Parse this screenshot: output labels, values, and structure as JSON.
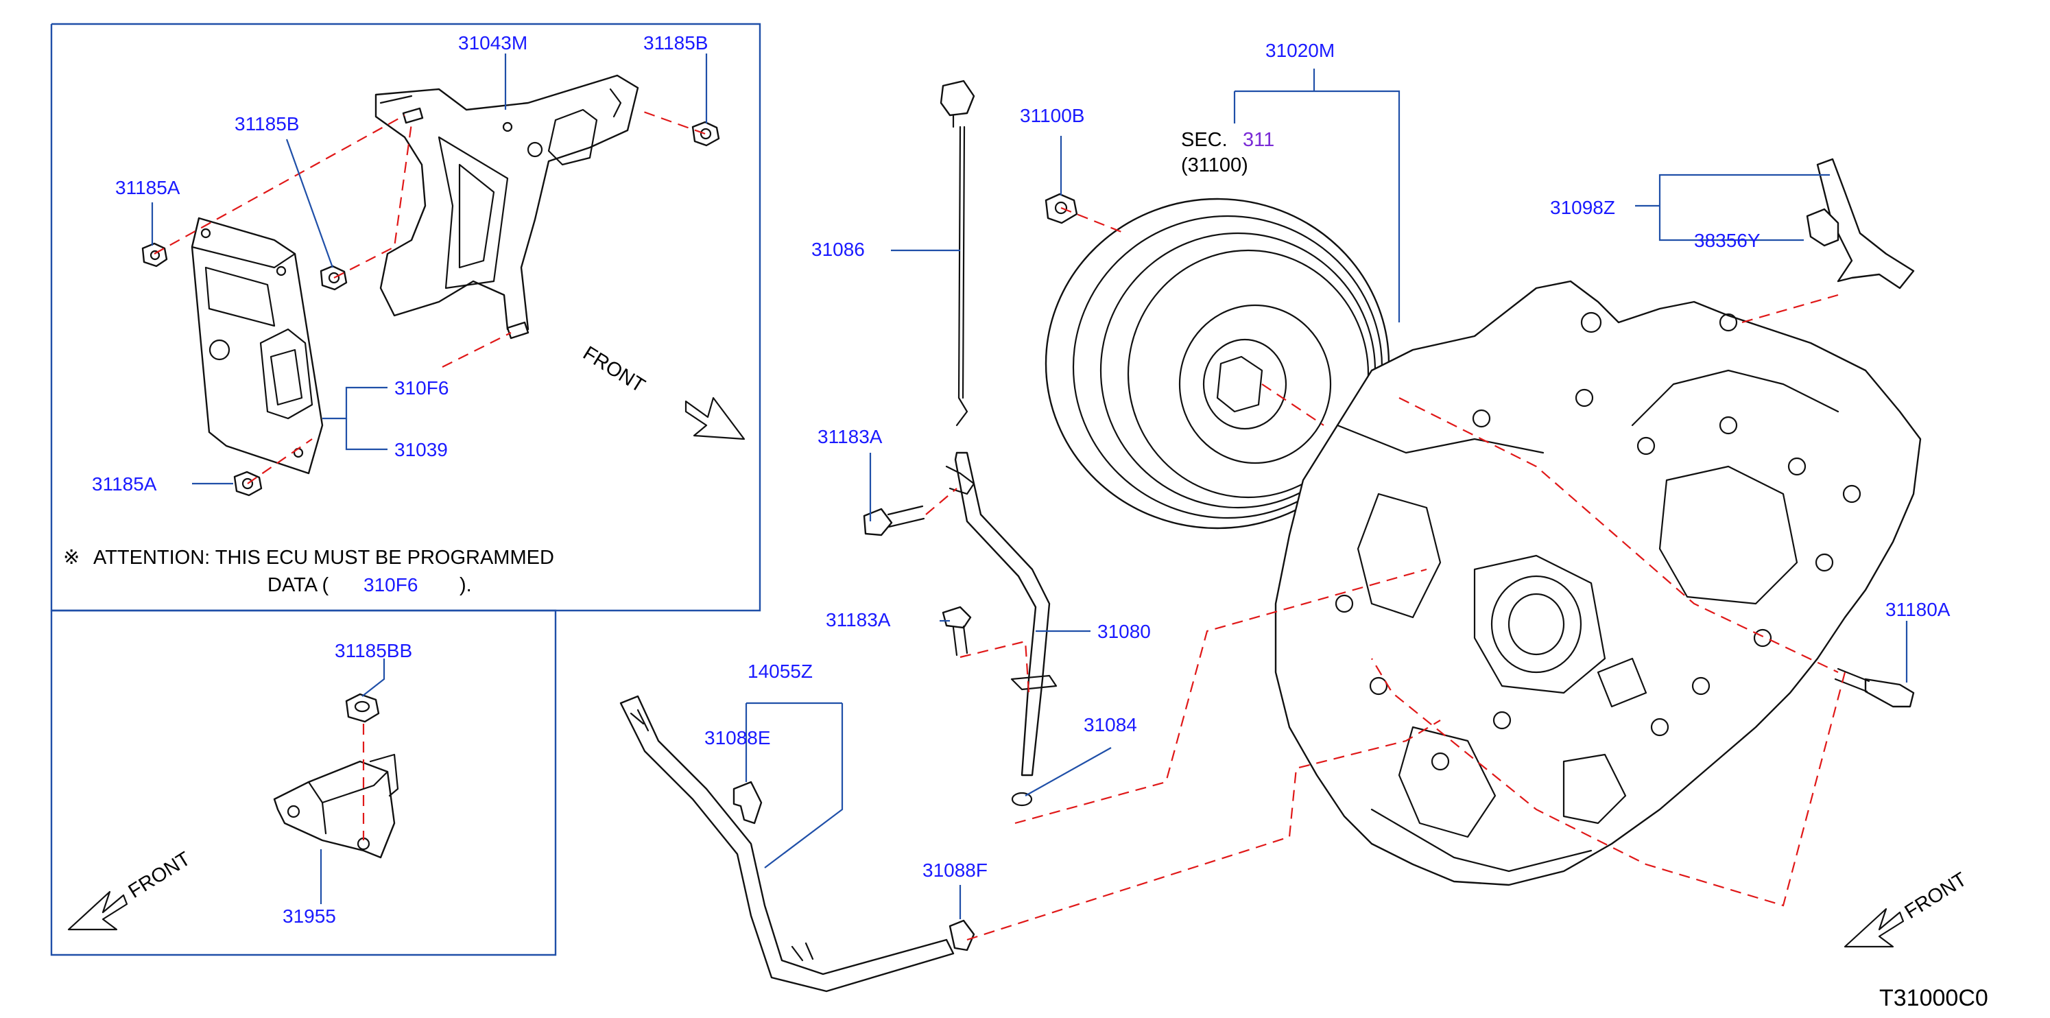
{
  "drawing_code": "T31000C0",
  "attention": {
    "mark": "※",
    "line1": "ATTENTION:  THIS  ECU  MUST  BE  PROGRAMMED",
    "line2_prefix": "DATA  (",
    "line2_part": "310F6",
    "line2_suffix": ").",
    "colors": {
      "part_ref": "#1a1aff"
    }
  },
  "section_ref": {
    "label": "SEC.",
    "number": "311",
    "sub": "(31100)",
    "number_color": "#7a2bd6"
  },
  "front_labels": {
    "upper_panel": "FRONT",
    "lower_panel": "FRONT",
    "main": "FRONT"
  },
  "parts": {
    "p31043M": "31043M",
    "p31185B_top": "31185B",
    "p31185B_mid": "31185B",
    "p31185A_top": "31185A",
    "p31185A_bot": "31185A",
    "p310F6": "310F6",
    "p31039": "31039",
    "p31185BB": "31185BB",
    "p31955": "31955",
    "p31086": "31086",
    "p31100B": "31100B",
    "p31183A_top": "31183A",
    "p31183A_bot": "31183A",
    "p31080": "31080",
    "p31084": "31084",
    "p14055Z": "14055Z",
    "p31088E": "31088E",
    "p31088F": "31088F",
    "p31020M": "31020M",
    "p31098Z": "31098Z",
    "p38356Y": "38356Y",
    "p31180A": "31180A"
  },
  "colors": {
    "leader": "#1f4fa8",
    "dashed_guide": "#e01818",
    "part_number": "#1a1aff",
    "line_art": "#111111"
  }
}
